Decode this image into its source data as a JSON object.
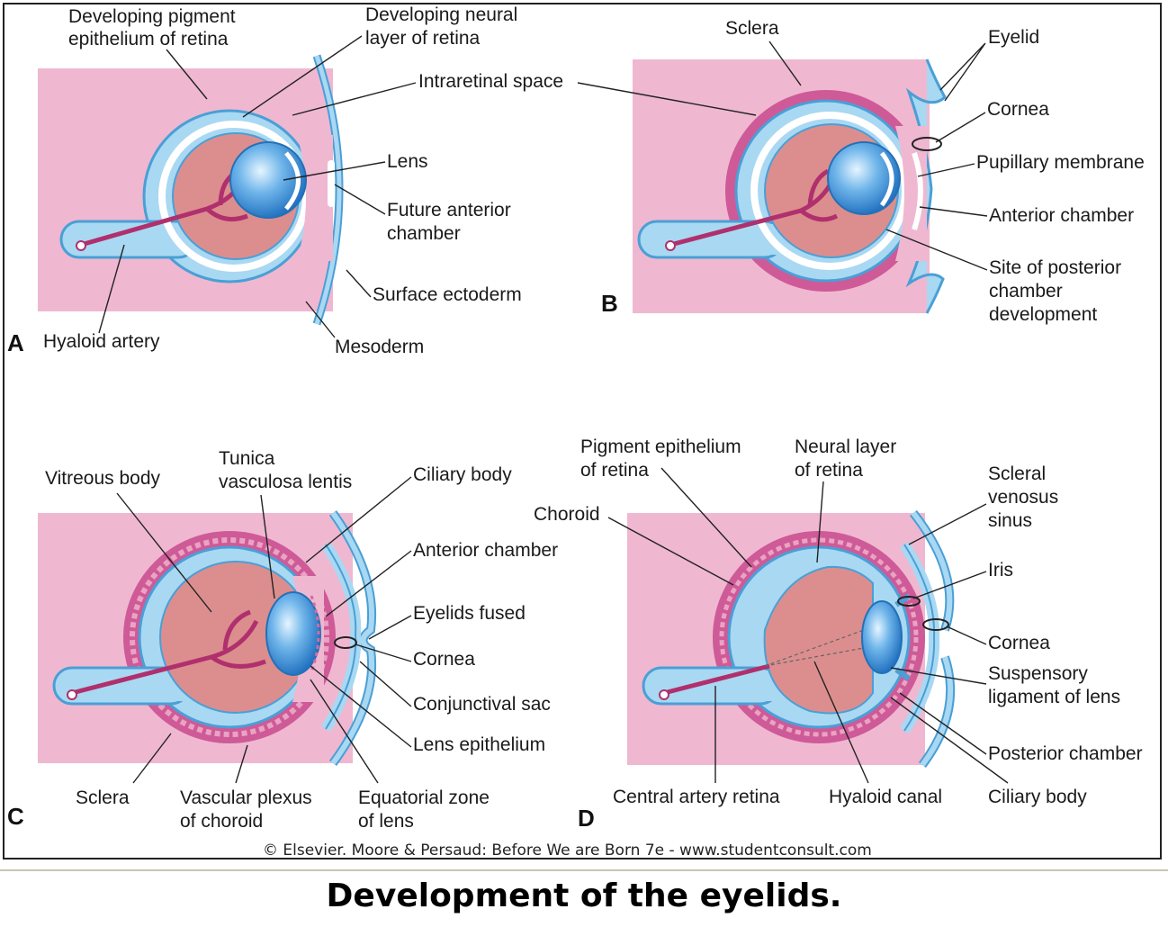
{
  "colors": {
    "mesoderm_pink": "#efb8d0",
    "retina_blue": "#a9d8f2",
    "outline_blue": "#4a9fd6",
    "vitreous_rose": "#dc8e8e",
    "sclera_magenta": "#cf5a98",
    "artery": "#b0306e",
    "lens_blue": "#3a8fd6"
  },
  "panels": {
    "a": {
      "letter": "A",
      "labels": {
        "pigment1": "Developing pigment",
        "pigment2": "epithelium of retina",
        "neural1": "Developing neural",
        "neural2": "layer of retina",
        "intraretinal": "Intraretinal space",
        "lens": "Lens",
        "future1": "Future anterior",
        "future2": "chamber",
        "surface": "Surface ectoderm",
        "hyaloid": "Hyaloid artery",
        "mesoderm": "Mesoderm"
      }
    },
    "b": {
      "letter": "B",
      "labels": {
        "sclera": "Sclera",
        "eyelid": "Eyelid",
        "cornea": "Cornea",
        "pupillary": "Pupillary membrane",
        "anterior": "Anterior chamber",
        "site1": "Site of posterior",
        "site2": "chamber",
        "site3": "development"
      }
    },
    "c": {
      "letter": "C",
      "labels": {
        "vitreous": "Vitreous body",
        "tunica1": "Tunica",
        "tunica2": "vasculosa lentis",
        "ciliary": "Ciliary body",
        "anterior": "Anterior chamber",
        "eyelids": "Eyelids fused",
        "cornea": "Cornea",
        "conj": "Conjunctival sac",
        "lensepi": "Lens epithelium",
        "sclera": "Sclera",
        "vascular1": "Vascular plexus",
        "vascular2": "of choroid",
        "equatorial1": "Equatorial zone",
        "equatorial2": "of lens"
      }
    },
    "d": {
      "letter": "D",
      "labels": {
        "pigment1": "Pigment epithelium",
        "pigment2": "of retina",
        "neural1": "Neural layer",
        "neural2": "of retina",
        "choroid": "Choroid",
        "scleral1": "Scleral",
        "scleral2": "venosus",
        "scleral3": "sinus",
        "iris": "Iris",
        "cornea": "Cornea",
        "suspensory1": "Suspensory",
        "suspensory2": "ligament of lens",
        "posterior": "Posterior chamber",
        "central": "Central artery retina",
        "hyaloid": "Hyaloid canal",
        "ciliary": "Ciliary body"
      }
    }
  },
  "credit": "© Elsevier. Moore & Persaud: Before We are Born 7e - www.studentconsult.com",
  "caption": "Development of the eyelids."
}
